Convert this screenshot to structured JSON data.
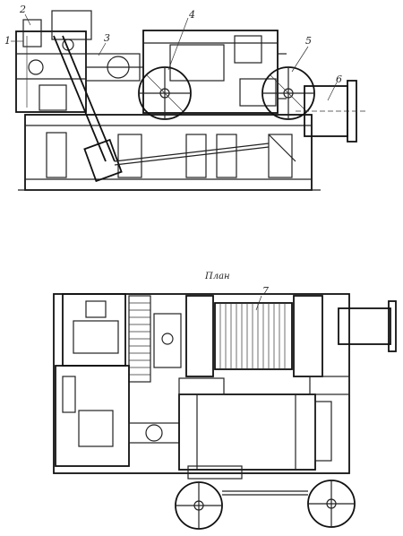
{
  "elevation_view": {
    "callouts": [
      "1",
      "2",
      "3",
      "4",
      "5",
      "6"
    ]
  },
  "plan_view": {
    "title": "План",
    "callouts": [
      "7"
    ]
  }
}
